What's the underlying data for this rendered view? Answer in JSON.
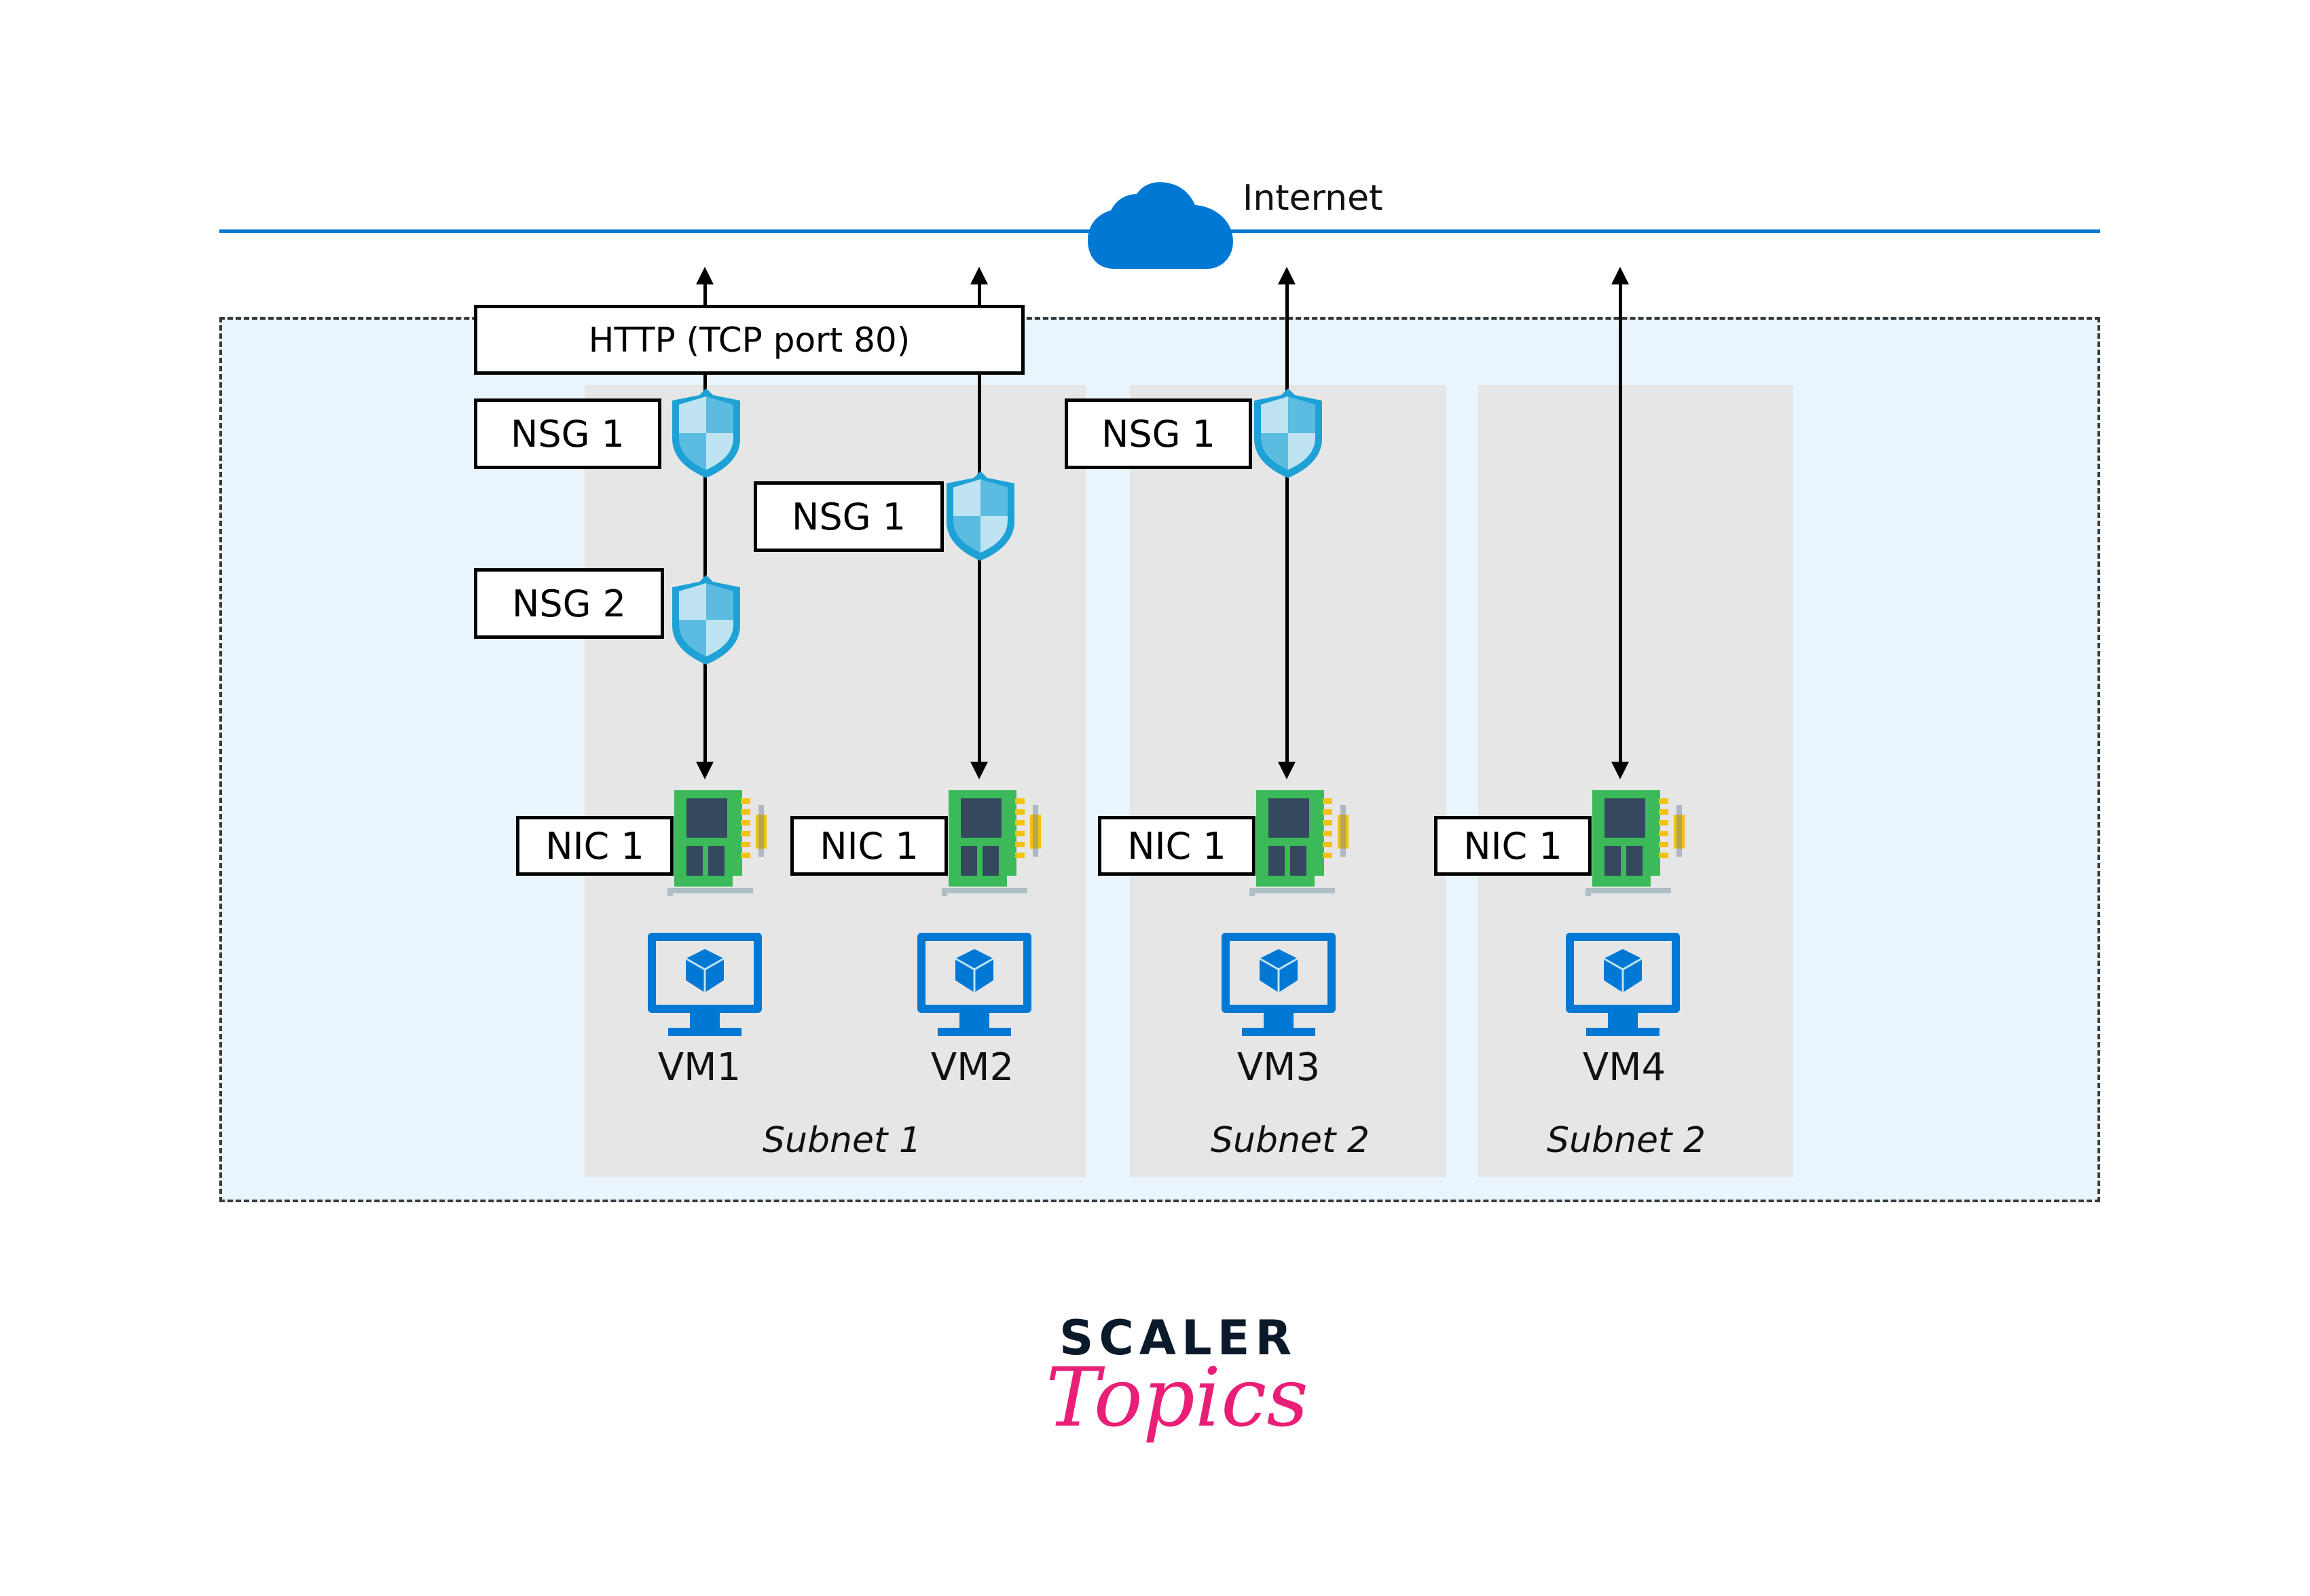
{
  "internet": {
    "label": "Internet",
    "icon": "cloud-icon",
    "line_color": "#0078d4"
  },
  "rule": {
    "label": "HTTP (TCP port 80)"
  },
  "subnets": [
    {
      "label": "Subnet 1"
    },
    {
      "label": "Subnet 2"
    },
    {
      "label": "Subnet 2"
    }
  ],
  "vms": [
    {
      "name": "VM1",
      "nic": "NIC 1",
      "nsgs": [
        "NSG 1",
        "NSG 2"
      ],
      "subnet": "Subnet 1"
    },
    {
      "name": "VM2",
      "nic": "NIC 1",
      "nsgs": [
        "NSG 1"
      ],
      "subnet": "Subnet 1"
    },
    {
      "name": "VM3",
      "nic": "NIC 1",
      "nsgs": [
        "NSG 1"
      ],
      "subnet": "Subnet 2"
    },
    {
      "name": "VM4",
      "nic": "NIC 1",
      "nsgs": [],
      "subnet": "Subnet 2"
    }
  ],
  "colors": {
    "vnet_fill": "#eaf4fc",
    "subnet_fill": "#e6e6e6",
    "azure_blue": "#0078d4",
    "shield": "#1ea2d6",
    "nic_green": "#3cba5a",
    "logo_pink": "#e91e76",
    "logo_dark": "#0b1a2b"
  },
  "logo": {
    "line1": "SCALER",
    "line2": "Topics"
  }
}
